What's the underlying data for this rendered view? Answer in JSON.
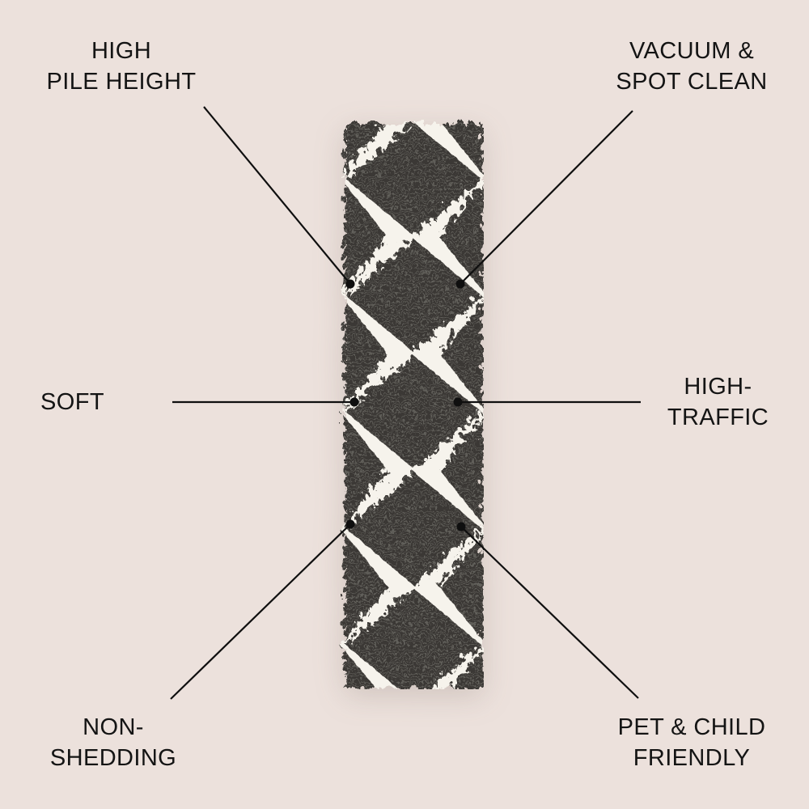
{
  "page": {
    "background_color": "#ece1dc",
    "text_color": "#141414",
    "line_color": "#0f0f0f"
  },
  "rug": {
    "description": "black and cream diamond pattern shag runner rug",
    "base_color": "#f6f3ec",
    "pattern_color": "#3b3935"
  },
  "callouts": {
    "top_left": {
      "line1": "HIGH",
      "line2": "PILE HEIGHT"
    },
    "top_right": {
      "line1": "VACUUM &",
      "line2": "SPOT CLEAN"
    },
    "mid_left": {
      "line1": "SOFT"
    },
    "mid_right": {
      "line1": "HIGH-",
      "line2": "TRAFFIC"
    },
    "bottom_left": {
      "line1": "NON-",
      "line2": "SHEDDING"
    },
    "bottom_right": {
      "line1": "PET & CHILD",
      "line2": "FRIENDLY"
    }
  }
}
